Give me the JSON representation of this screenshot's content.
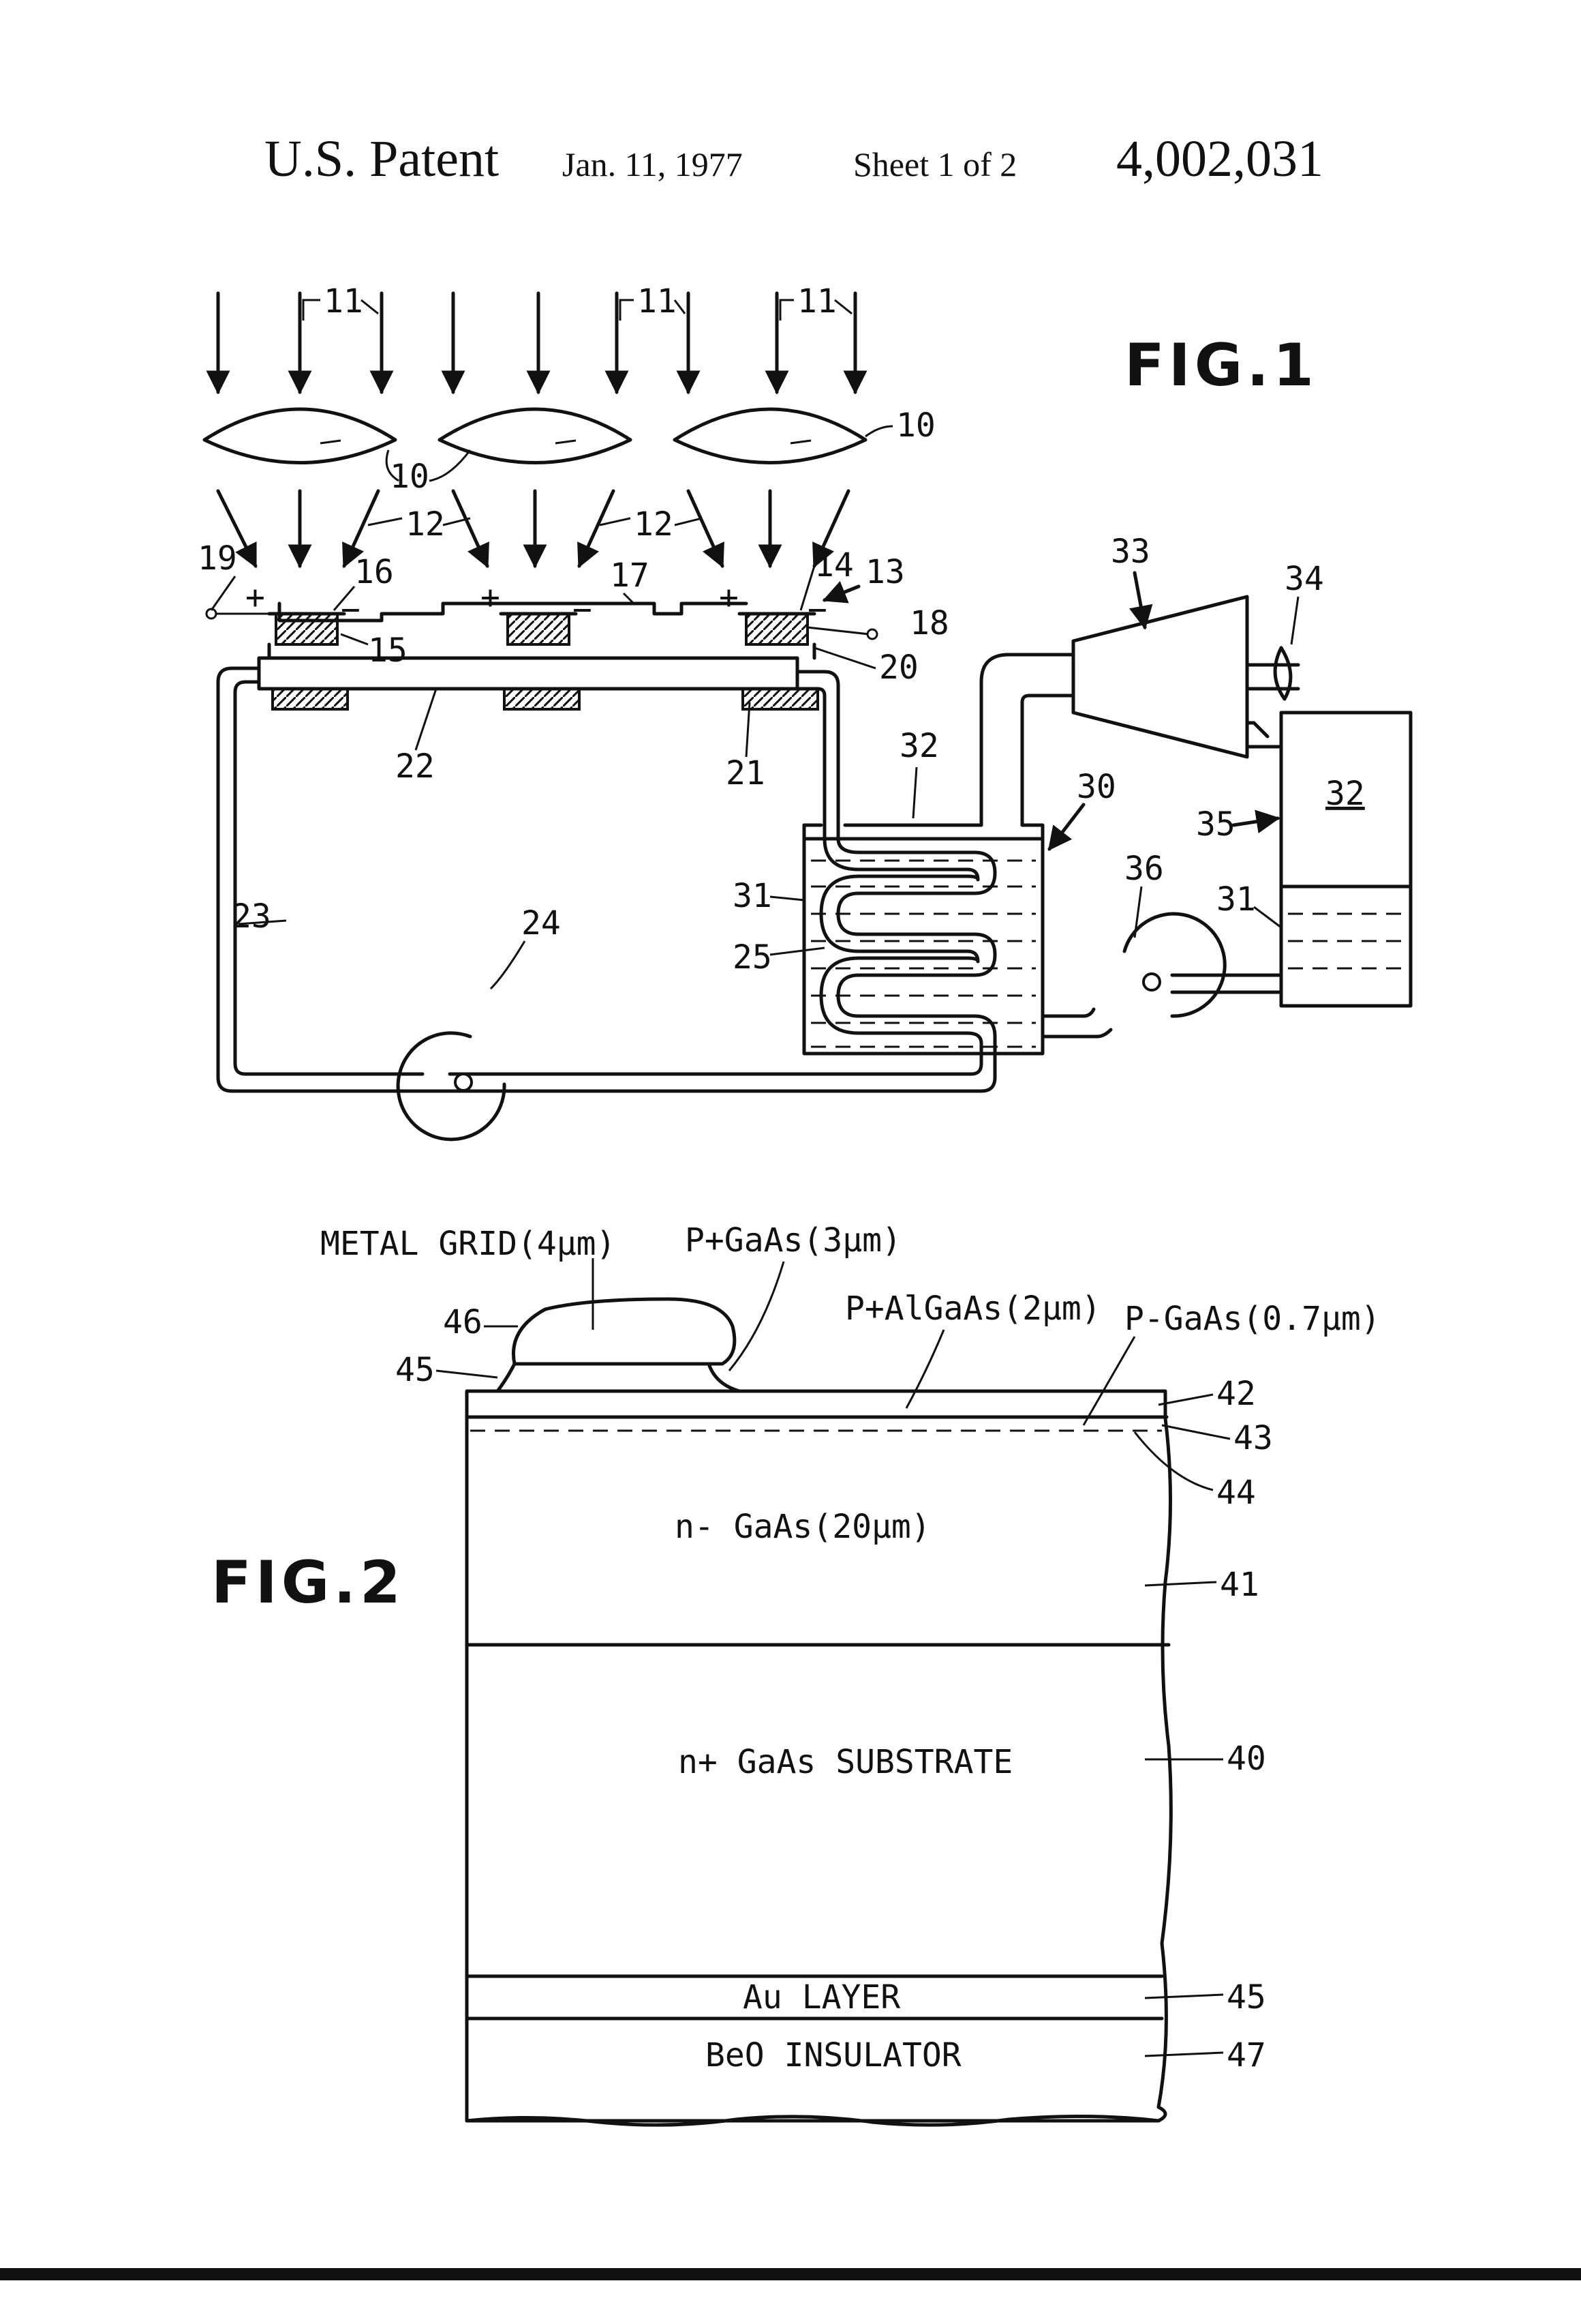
{
  "header": {
    "patent_label": "U.S. Patent",
    "date": "Jan. 11, 1977",
    "sheet": "Sheet 1 of 2",
    "patent_number": "4,002,031"
  },
  "fig1": {
    "title": "FIG.1",
    "refs": {
      "r10a": "10",
      "r10b": "10",
      "r11a": "11",
      "r11b": "11",
      "r11c": "11",
      "r12a": "12",
      "r12b": "12",
      "r13": "13",
      "r14": "14",
      "r15": "15",
      "r16": "16",
      "r17": "17",
      "r18": "18",
      "r19": "19",
      "r20": "20",
      "r21": "21",
      "r22": "22",
      "r23": "23",
      "r24": "24",
      "r25": "25",
      "r30": "30",
      "r31a": "31",
      "r31b": "31",
      "r32a": "32",
      "r32b": "32",
      "r33": "33",
      "r34": "34",
      "r35": "35",
      "r36": "36"
    },
    "polarity": {
      "plus": "+",
      "minus": "−"
    }
  },
  "fig2": {
    "title": "FIG.2",
    "labels": {
      "metal_grid": "METAL GRID(4µm)",
      "p_gaas_cap": "P+GaAs(3µm)",
      "p_algaas": "P+AlGaAs(2µm)",
      "p_gaas": "P-GaAs(0.7µm)",
      "n_gaas": "n- GaAs(20µm)",
      "substrate": "n+ GaAs SUBSTRATE",
      "au_layer": "Au LAYER",
      "beo": "BeO INSULATOR"
    },
    "refs": {
      "r46": "46",
      "r45a": "45",
      "r42": "42",
      "r43": "43",
      "r44": "44",
      "r41": "41",
      "r40": "40",
      "r45b": "45",
      "r47": "47"
    }
  }
}
